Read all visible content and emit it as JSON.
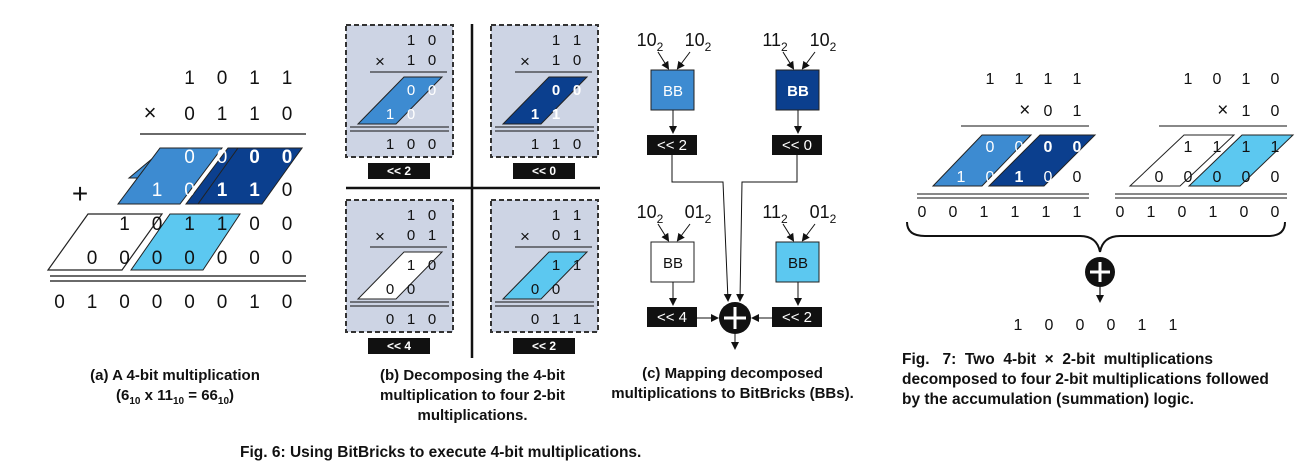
{
  "panel_a": {
    "multiplicand": [
      "1",
      "0",
      "1",
      "1"
    ],
    "multiplier": [
      "0",
      "1",
      "1",
      "0"
    ],
    "times_sign": "×",
    "plus_sign": "+",
    "partial_1": [
      "0",
      "0",
      "0",
      "0"
    ],
    "partial_2": [
      "1",
      "0",
      "1",
      "1",
      "0"
    ],
    "partial_3": [
      "1",
      "0",
      "1",
      "1",
      "0",
      "0"
    ],
    "partial_4": [
      "0",
      "0",
      "0",
      "0",
      "0",
      "0",
      "0"
    ],
    "result": [
      "0",
      "1",
      "0",
      "0",
      "0",
      "0",
      "1",
      "0"
    ],
    "caption_line1": "(a) A 4-bit multiplication",
    "caption_line2_a": "(6",
    "caption_sub1": "10",
    "caption_line2_b": " x 11",
    "caption_sub2": "10",
    "caption_line2_c": " = 66",
    "caption_sub3": "10",
    "caption_line2_d": ")"
  },
  "panel_b": {
    "quadrants": [
      {
        "top": [
          "1",
          "0"
        ],
        "mult": [
          "1",
          "0"
        ],
        "p1": [
          "0",
          "0"
        ],
        "p2": [
          "1",
          "0"
        ],
        "res": [
          "1",
          "0",
          "0"
        ],
        "shift": "<< 2"
      },
      {
        "top": [
          "1",
          "1"
        ],
        "mult": [
          "1",
          "0"
        ],
        "p1": [
          "0",
          "0"
        ],
        "p2": [
          "1",
          "1"
        ],
        "res": [
          "1",
          "1",
          "0"
        ],
        "shift": "<< 0"
      },
      {
        "top": [
          "1",
          "0"
        ],
        "mult": [
          "0",
          "1"
        ],
        "p1": [
          "1",
          "0"
        ],
        "p2": [
          "0",
          "0"
        ],
        "res": [
          "0",
          "1",
          "0"
        ],
        "shift": "<< 4"
      },
      {
        "top": [
          "1",
          "1"
        ],
        "mult": [
          "0",
          "1"
        ],
        "p1": [
          "1",
          "1"
        ],
        "p2": [
          "0",
          "0"
        ],
        "res": [
          "0",
          "1",
          "1"
        ],
        "shift": "<< 2"
      }
    ],
    "times_sign": "×",
    "caption_line1": "(b) Decomposing the 4-bit",
    "caption_line2": "multiplication to four 2-bit",
    "caption_line3": "multiplications."
  },
  "panel_c": {
    "bricks": [
      {
        "in1": "10",
        "in2": "10",
        "label": "BB",
        "shift": "<< 2"
      },
      {
        "in1": "11",
        "in2": "10",
        "label": "BB",
        "shift": "<< 0"
      },
      {
        "in1": "10",
        "in2": "01",
        "label": "BB",
        "shift": "<< 4"
      },
      {
        "in1": "11",
        "in2": "01",
        "label": "BB",
        "shift": "<< 2"
      }
    ],
    "subscript": "2",
    "caption_line1": "(c) Mapping decomposed",
    "caption_line2": "multiplications to BitBricks (BBs)."
  },
  "fig7": {
    "left": {
      "top": [
        "1",
        "1",
        "1",
        "1"
      ],
      "mult": [
        "0",
        "1"
      ],
      "p1": [
        "0",
        "0",
        "0",
        "0"
      ],
      "p2": [
        "1",
        "0",
        "1",
        "0",
        "0"
      ],
      "res": [
        "0",
        "0",
        "1",
        "1",
        "1",
        "1"
      ]
    },
    "right": {
      "top": [
        "1",
        "0",
        "1",
        "0"
      ],
      "mult": [
        "1",
        "0"
      ],
      "p1": [
        "1",
        "1",
        "1",
        "1"
      ],
      "p2": [
        "0",
        "0",
        "0",
        "0",
        "0"
      ],
      "res": [
        "0",
        "1",
        "0",
        "1",
        "0",
        "0"
      ]
    },
    "times_sign": "×",
    "final": [
      "1",
      "0",
      "0",
      "0",
      "1",
      "1"
    ],
    "caption_line1": "Fig.   7:  Two  4-bit  ×  2-bit  multiplications",
    "caption_line2": "decomposed to four 2-bit multiplications followed",
    "caption_line3": "by the accumulation (summation) logic."
  },
  "fig6_caption": "Fig. 6: Using BitBricks to execute 4-bit multiplications.",
  "colors": {
    "light": "#5cc8f0",
    "mid": "#3d8bd1",
    "dark": "#0b3f8e",
    "panel": "#cdd4e4",
    "black": "#111111"
  }
}
